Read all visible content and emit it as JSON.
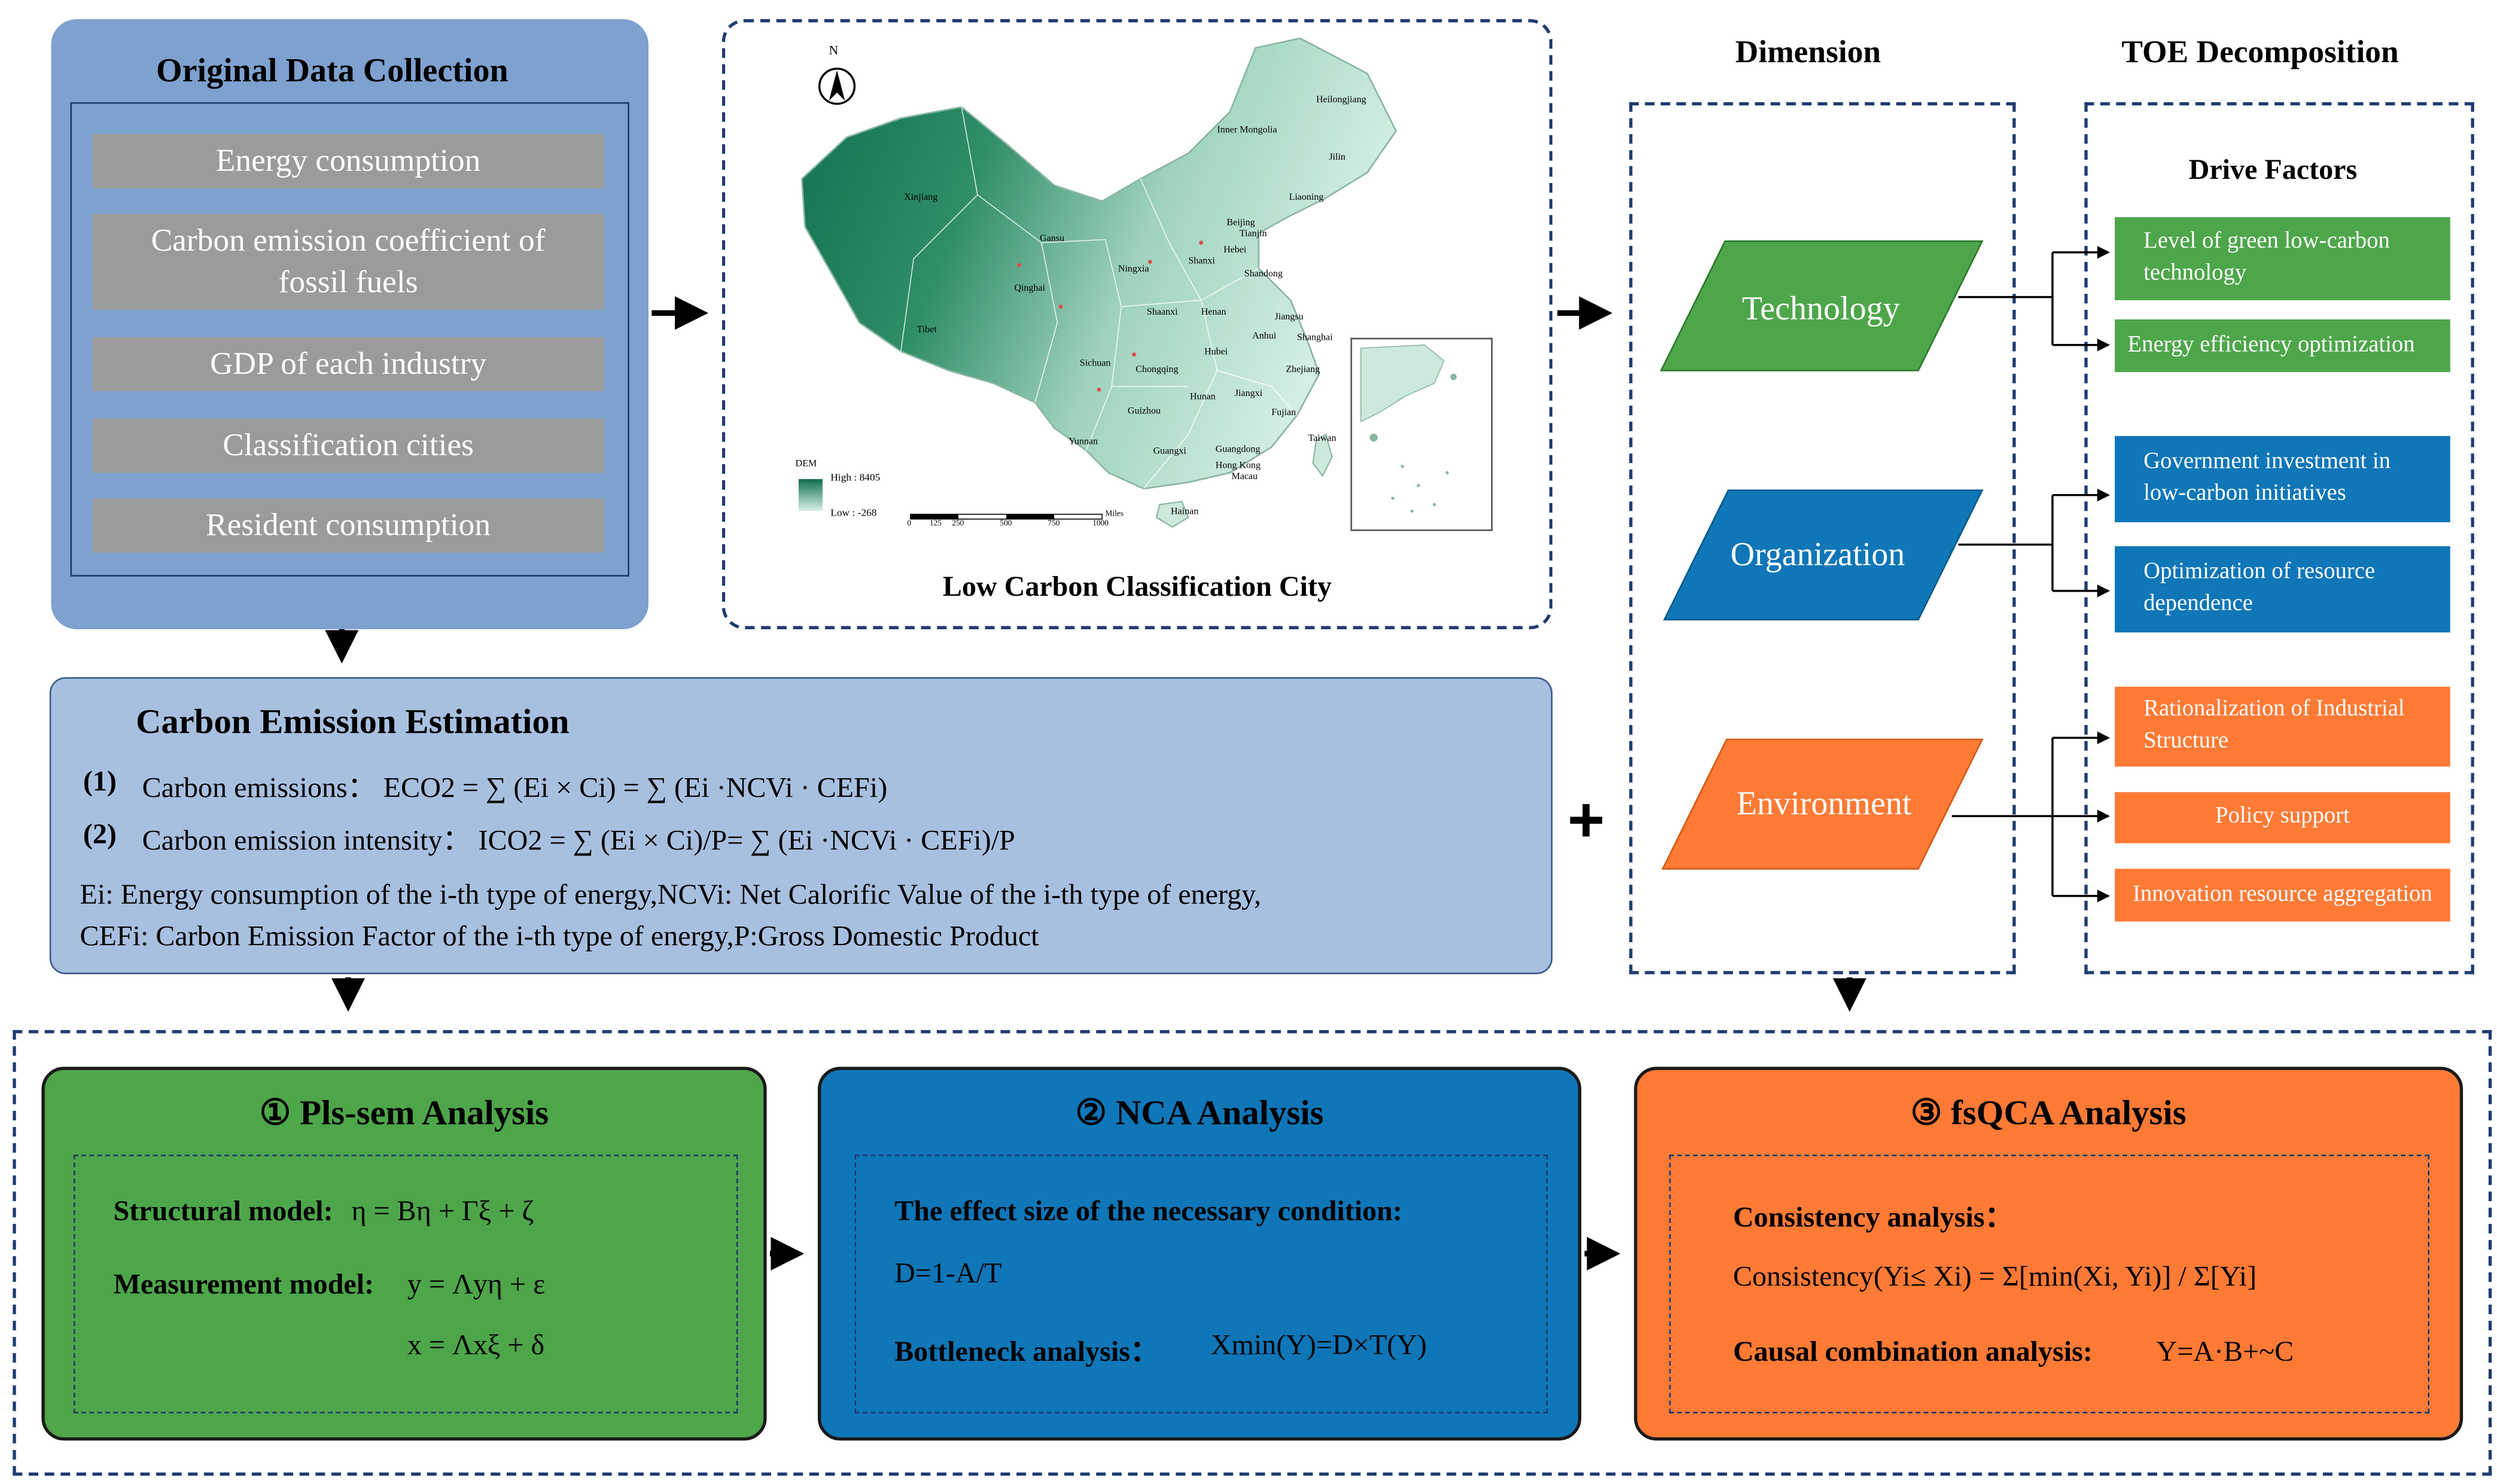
{
  "original_data": {
    "title": "Original Data Collection",
    "items": [
      "Energy consumption",
      "Carbon emission coefficient of fossil fuels",
      "GDP of each industry",
      "Classification cities",
      "Resident consumption"
    ]
  },
  "map": {
    "caption": "Low Carbon Classification City",
    "north_label": "N",
    "legend_title": "DEM",
    "legend_high": "High : 8405",
    "legend_low": "Low : -268",
    "scale_ticks": [
      "0",
      "125",
      "250",
      "500",
      "750",
      "1000"
    ],
    "scale_unit": "Miles",
    "provinces": [
      "Heilongjiang",
      "Jilin",
      "Inner Mongolia",
      "Liaoning",
      "Xinjiang",
      "Beijing",
      "Tianjin",
      "Hebei",
      "Gansu",
      "Ningxia",
      "Shanxi",
      "Shandong",
      "Qinghai",
      "Henan",
      "Jiangsu",
      "Shaanxi",
      "Anhui",
      "Shanghai",
      "Tibet",
      "Hubei",
      "Sichuan",
      "Chongqing",
      "Zhejiang",
      "Hunan",
      "Jiangxi",
      "Guizhou",
      "Fujian",
      "Yunnan",
      "Guangxi",
      "Guangdong",
      "Taiwan",
      "Hong Kong",
      "Macau",
      "Hainan"
    ]
  },
  "carbon_estimation": {
    "title": "Carbon Emission Estimation",
    "f1_num": "(1)",
    "f1_text": "Carbon emissions： ECO2 = ∑ (Ei × Ci) = ∑ (Ei ·NCVi · CEFi)",
    "f2_num": "(2)",
    "f2_text": "Carbon emission intensity： ICO2 = ∑ (Ei × Ci)/P= ∑ (Ei ·NCVi · CEFi)/P",
    "note_line1": "Ei: Energy consumption of the i-th type of energy,NCVi: Net Calorific Value of the i-th type of  energy,",
    "note_line2": "CEFi: Carbon Emission Factor of the i-th type of energy,P:Gross Domestic Product"
  },
  "plus_sign": "+",
  "dimension": {
    "header": "Dimension",
    "items": [
      "Technology",
      "Organization",
      "Environment"
    ]
  },
  "toe": {
    "header": "TOE Decomposition",
    "sub_header": "Drive Factors",
    "factors": [
      "Level of green low-carbon technology",
      "Energy efficiency optimization",
      "Government investment in low-carbon initiatives",
      "Optimization of resource dependence",
      "Rationalization of Industrial Structure",
      "Policy support",
      "Innovation resource aggregation"
    ]
  },
  "analysis": {
    "pls": {
      "title": "① Pls-sem Analysis",
      "structural_label": "Structural model:",
      "structural_eq": "η = Bη + Γξ + ζ",
      "measurement_label": "Measurement model:",
      "measurement_eq1": "y = Λyη + ε",
      "measurement_eq2": "x = Λxξ + δ"
    },
    "nca": {
      "title": "②  NCA Analysis",
      "effect_label": "The effect size of the necessary condition:",
      "effect_eq": "D=1-A/T",
      "bottleneck_label": "Bottleneck analysis：",
      "bottleneck_eq": "Xmin(Y)=D×T(Y)"
    },
    "fsqca": {
      "title": "③  fsQCA Analysis",
      "consistency_label": "Consistency analysis：",
      "consistency_eq": "Consistency(Yi≤ Xi) = Σ[min(Xi, Yi)] / Σ[Yi]",
      "causal_label": "Causal combination analysis:",
      "causal_eq": "Y=A·B+~C"
    }
  },
  "colors": {
    "tech_green": "#4ea64a",
    "org_blue": "#0f76b8",
    "env_orange": "#ff7a35",
    "box_blue": "#7ea1cf",
    "light_blue": "#a8c0e0",
    "gray": "#9b9b9b",
    "dark_navy": "#1f3b70"
  }
}
